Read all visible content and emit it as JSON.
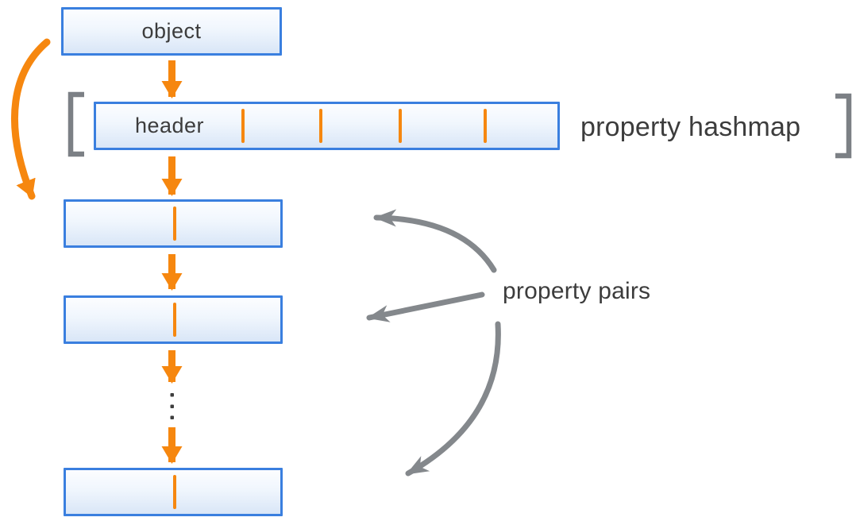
{
  "diagram": {
    "object_box": {
      "label": "object"
    },
    "hashmap": {
      "header_label": "header",
      "caption": "property hashmap",
      "slot_count": 5
    },
    "property_pairs": {
      "caption": "property pairs",
      "visible_box_count": 3,
      "ellipsis_dot_count": 3
    },
    "colors": {
      "box_border_blue": "#3a7fdf",
      "box_fill_top": "#fcfdff",
      "box_fill_bottom": "#d9e6f7",
      "accent_orange": "#f6870f",
      "annotation_gray": "#84888c",
      "bracket_gray": "#7c8085",
      "text_dark": "#3c3c3c"
    }
  }
}
